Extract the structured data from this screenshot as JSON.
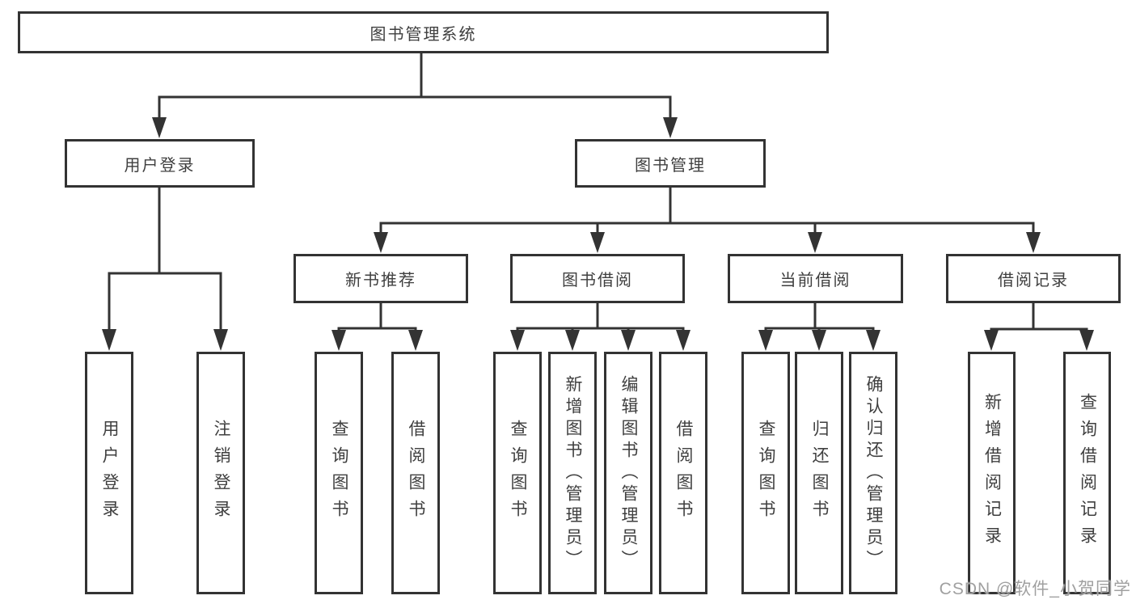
{
  "diagram": {
    "root": {
      "label": "图书管理系统"
    },
    "branches": [
      {
        "label": "用户登录",
        "children": [
          {
            "label": "用户登录"
          },
          {
            "label": "注销登录"
          }
        ]
      },
      {
        "label": "图书管理",
        "sections": [
          {
            "label": "新书推荐",
            "children": [
              {
                "label": "查询图书"
              },
              {
                "label": "借阅图书"
              }
            ]
          },
          {
            "label": "图书借阅",
            "children": [
              {
                "label": "查询图书"
              },
              {
                "label": "新增图书（管理员）"
              },
              {
                "label": "编辑图书（管理员）"
              },
              {
                "label": "借阅图书"
              }
            ]
          },
          {
            "label": "当前借阅",
            "children": [
              {
                "label": "查询图书"
              },
              {
                "label": "归还图书"
              },
              {
                "label": "确认归还（管理员）"
              }
            ]
          },
          {
            "label": "借阅记录",
            "children": [
              {
                "label": "新增借阅记录"
              },
              {
                "label": "查询借阅记录"
              }
            ]
          }
        ]
      }
    ]
  },
  "watermark": {
    "text": "CSDN @软件_小贺同学"
  },
  "colors": {
    "line": "#333333",
    "text": "#3f3f3f",
    "box_background": "#ffffff",
    "page_background": "#ffffff",
    "watermark": "#a0a0a0"
  }
}
